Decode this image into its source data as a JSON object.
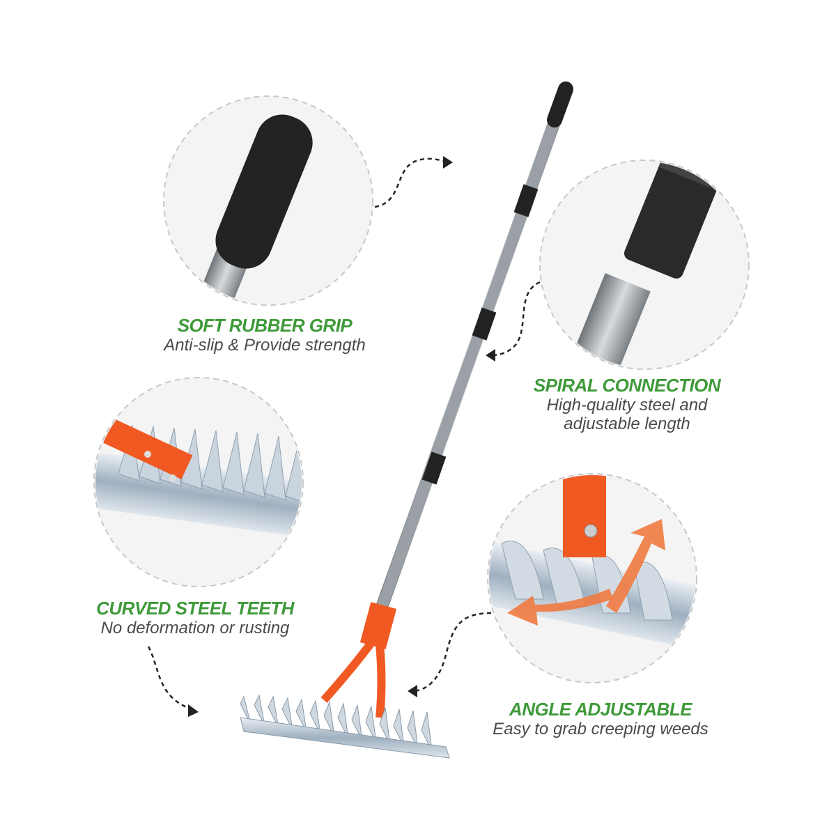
{
  "features": [
    {
      "title": "SOFT RUBBER GRIP",
      "lines": [
        "Anti-slip & Provide strength"
      ]
    },
    {
      "title": "SPIRAL CONNECTION",
      "lines": [
        "High-quality steel and",
        "adjustable length"
      ]
    },
    {
      "title": "CURVED STEEL TEETH",
      "lines": [
        "No deformation or rusting"
      ]
    },
    {
      "title": "ANGLE ADJUSTABLE",
      "lines": [
        "Easy to grab creeping weeds"
      ]
    }
  ],
  "colors": {
    "title_green": "#3f9a3a",
    "orange": "#f05a22",
    "grip_black": "#222222",
    "steel": "#a9b0b5"
  }
}
